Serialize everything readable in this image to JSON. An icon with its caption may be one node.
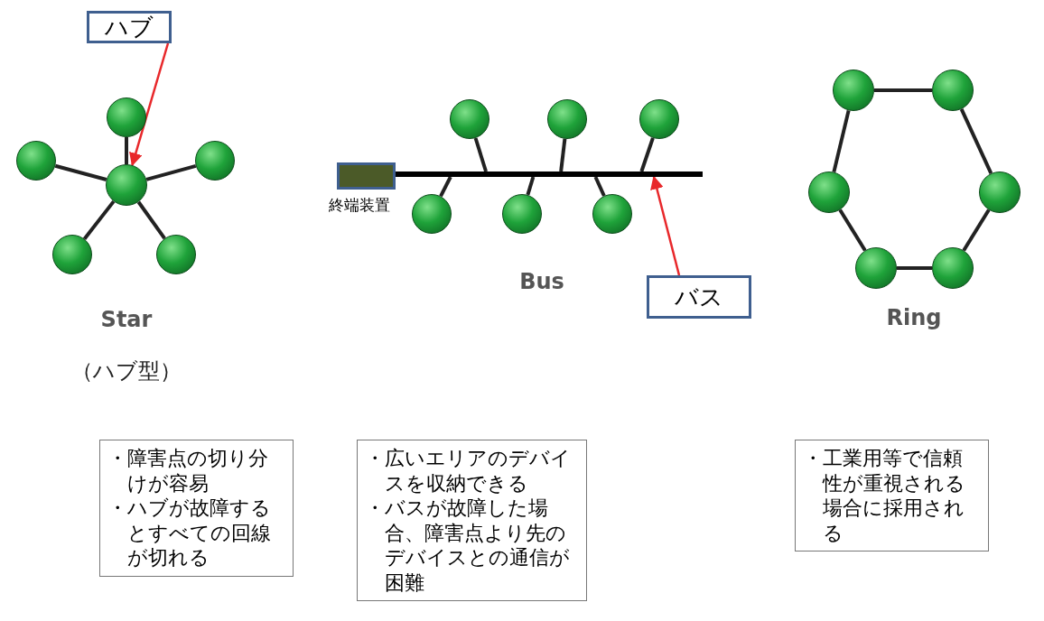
{
  "diagram": {
    "nodes": [
      {
        "text": [
          "ハブ"
        ]
      },
      {
        "text": [],
        "shape": "circle"
      },
      {
        "text": [],
        "shape": "circle"
      },
      {
        "text": [],
        "shape": "circle"
      },
      {
        "text": [],
        "shape": "circle"
      },
      {
        "text": [],
        "shape": "circle"
      },
      {
        "text": [],
        "shape": "circle"
      },
      {
        "text": [],
        "shape": "box",
        "beside": [
          "終端装置"
        ]
      },
      {
        "text": [],
        "shape": "bar"
      },
      {
        "text": [],
        "shape": "circle"
      },
      {
        "text": [],
        "shape": "circle"
      },
      {
        "text": [],
        "shape": "circle"
      },
      {
        "text": [],
        "shape": "circle"
      },
      {
        "text": [],
        "shape": "circle"
      },
      {
        "text": [],
        "shape": "circle"
      },
      {
        "text": [
          "バス"
        ]
      },
      {
        "text": [],
        "shape": "circle"
      },
      {
        "text": [],
        "shape": "circle"
      },
      {
        "text": [],
        "shape": "circle"
      },
      {
        "text": [],
        "shape": "circle"
      },
      {
        "text": [],
        "shape": "circle"
      },
      {
        "text": [],
        "shape": "circle"
      },
      {
        "text": [
          "・障害点の切り分けが容易",
          "・ハブが故障するとすべての回線が切れる"
        ]
      },
      {
        "text": [
          "・広いエリアのデバイスを収納できる",
          "・バスが故障した場合、障害点より先のデバイスとの通信が困難"
        ]
      },
      {
        "text": [
          "・工業用等で信頼性が重視される場合に採用される"
        ]
      }
    ],
    "edges": [
      {
        "from": 0,
        "to": 3,
        "arrow": "to",
        "color": "#e8282b"
      },
      {
        "from": 3,
        "to": 1,
        "arrow": "none"
      },
      {
        "from": 3,
        "to": 2,
        "arrow": "none"
      },
      {
        "from": 3,
        "to": 4,
        "arrow": "none"
      },
      {
        "from": 3,
        "to": 5,
        "arrow": "none"
      },
      {
        "from": 3,
        "to": 6,
        "arrow": "none"
      },
      {
        "from": 9,
        "to": 8,
        "arrow": "none"
      },
      {
        "from": 10,
        "to": 8,
        "arrow": "none"
      },
      {
        "from": 11,
        "to": 8,
        "arrow": "none"
      },
      {
        "from": 12,
        "to": 8,
        "arrow": "none"
      },
      {
        "from": 13,
        "to": 8,
        "arrow": "none"
      },
      {
        "from": 14,
        "to": 8,
        "arrow": "none"
      },
      {
        "from": 15,
        "to": 8,
        "arrow": "to",
        "color": "#e8282b"
      },
      {
        "from": 16,
        "to": 17,
        "arrow": "none"
      },
      {
        "from": 17,
        "to": 19,
        "arrow": "none"
      },
      {
        "from": 19,
        "to": 21,
        "arrow": "none"
      },
      {
        "from": 21,
        "to": 20,
        "arrow": "none"
      },
      {
        "from": 20,
        "to": 18,
        "arrow": "none"
      },
      {
        "from": 18,
        "to": 16,
        "arrow": "none"
      }
    ],
    "labels": [
      "Star",
      "（ハブ型）",
      "Bus",
      "Ring"
    ]
  }
}
